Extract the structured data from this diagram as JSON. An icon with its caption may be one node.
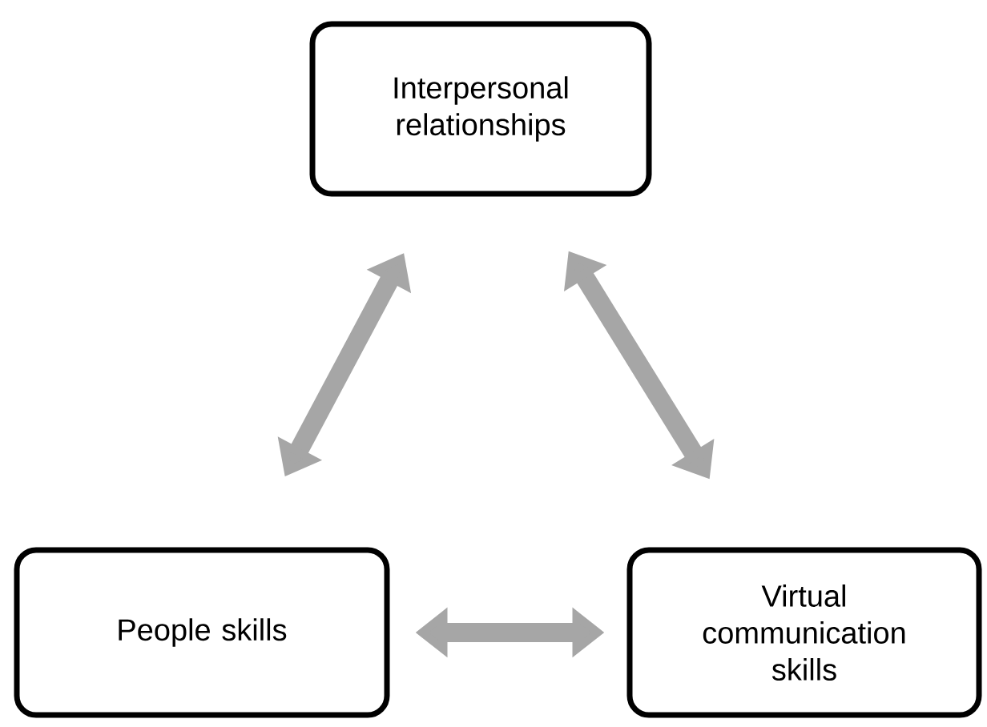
{
  "diagram": {
    "nodes": [
      {
        "text": [
          "Interpersonal relationships"
        ]
      },
      {
        "text": [
          "People skills"
        ]
      },
      {
        "text": [
          "Virtual communication skills"
        ]
      }
    ],
    "edges": [
      {
        "from": 0,
        "to": 1,
        "arrow": "both"
      },
      {
        "from": 0,
        "to": 2,
        "arrow": "both"
      },
      {
        "from": 1,
        "to": 2,
        "arrow": "both"
      }
    ]
  }
}
